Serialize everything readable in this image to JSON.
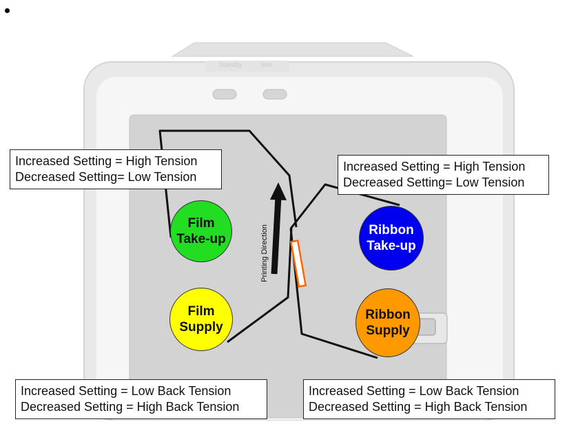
{
  "bullet": "•",
  "printer": {
    "console_labels": [
      "Standby",
      "Info"
    ]
  },
  "printing_direction": "Printing Direction",
  "rolls": {
    "film_takeup": {
      "line1": "Film",
      "line2": "Take-up",
      "color": "#22dd22",
      "text_color": "#111111"
    },
    "film_supply": {
      "line1": "Film",
      "line2": "Supply",
      "color": "#ffff00",
      "text_color": "#111111"
    },
    "ribbon_takeup": {
      "line1": "Ribbon",
      "line2": "Take-up",
      "color": "#0000ee",
      "text_color": "#ffffff"
    },
    "ribbon_supply": {
      "line1": "Ribbon",
      "line2": "Supply",
      "color": "#ff9900",
      "text_color": "#111111"
    }
  },
  "labels": {
    "top_left": {
      "line1": "Increased Setting = High Tension",
      "line2": "Decreased Setting= Low Tension"
    },
    "top_right": {
      "line1": "Increased Setting = High Tension",
      "line2": "Decreased Setting= Low Tension"
    },
    "bottom_left": {
      "line1": "Increased Setting = Low Back Tension",
      "line2": "Decreased Setting = High Back Tension"
    },
    "bottom_right": {
      "line1": "Increased Setting = Low Back Tension",
      "line2": "Decreased Setting = High Back Tension"
    }
  },
  "colors": {
    "path": "#111111",
    "printhead": "#ff6600"
  }
}
